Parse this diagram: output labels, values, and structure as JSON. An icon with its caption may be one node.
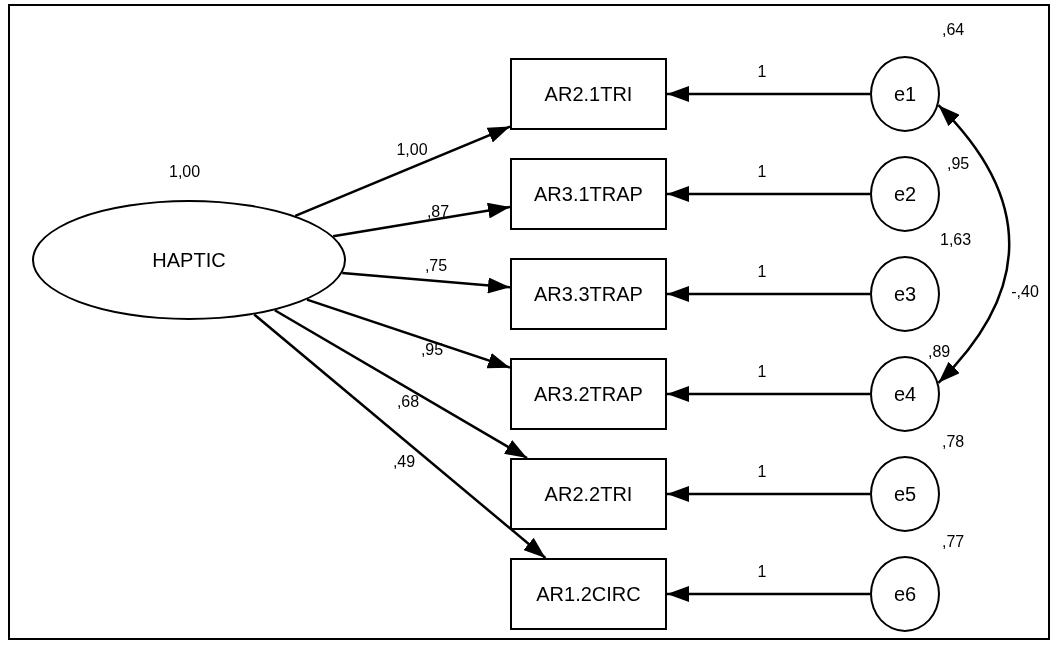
{
  "diagram": {
    "nodes": [
      {
        "text": [
          "HAPTIC"
        ],
        "beside": [
          "1,00"
        ]
      },
      {
        "text": [
          "AR2.1TRI"
        ]
      },
      {
        "text": [
          "AR3.1TRAP"
        ]
      },
      {
        "text": [
          "AR3.3TRAP"
        ]
      },
      {
        "text": [
          "AR3.2TRAP"
        ]
      },
      {
        "text": [
          "AR2.2TRI"
        ]
      },
      {
        "text": [
          "AR1.2CIRC"
        ]
      },
      {
        "text": [
          "e1"
        ],
        "beside": [
          ",64"
        ]
      },
      {
        "text": [
          "e2"
        ],
        "beside": [
          ",95"
        ]
      },
      {
        "text": [
          "e3"
        ],
        "beside": [
          "1,63"
        ]
      },
      {
        "text": [
          "e4"
        ],
        "beside": [
          ",89"
        ]
      },
      {
        "text": [
          "e5"
        ],
        "beside": [
          ",78"
        ]
      },
      {
        "text": [
          "e6"
        ],
        "beside": [
          ",77"
        ]
      }
    ],
    "edges": [
      {
        "from": 0,
        "to": 1,
        "arrow": "to",
        "label": "1,00"
      },
      {
        "from": 0,
        "to": 2,
        "arrow": "to",
        "label": ",87"
      },
      {
        "from": 0,
        "to": 3,
        "arrow": "to",
        "label": ",75"
      },
      {
        "from": 0,
        "to": 4,
        "arrow": "to",
        "label": ",95"
      },
      {
        "from": 0,
        "to": 5,
        "arrow": "to",
        "label": ",68"
      },
      {
        "from": 0,
        "to": 6,
        "arrow": "to",
        "label": ",49"
      },
      {
        "from": 7,
        "to": 1,
        "arrow": "to",
        "label": "1"
      },
      {
        "from": 8,
        "to": 2,
        "arrow": "to",
        "label": "1"
      },
      {
        "from": 9,
        "to": 3,
        "arrow": "to",
        "label": "1"
      },
      {
        "from": 10,
        "to": 4,
        "arrow": "to",
        "label": "1"
      },
      {
        "from": 11,
        "to": 5,
        "arrow": "to",
        "label": "1"
      },
      {
        "from": 12,
        "to": 6,
        "arrow": "to",
        "label": "1"
      },
      {
        "from": 7,
        "to": 10,
        "arrow": "both",
        "label": "-,40"
      }
    ]
  }
}
